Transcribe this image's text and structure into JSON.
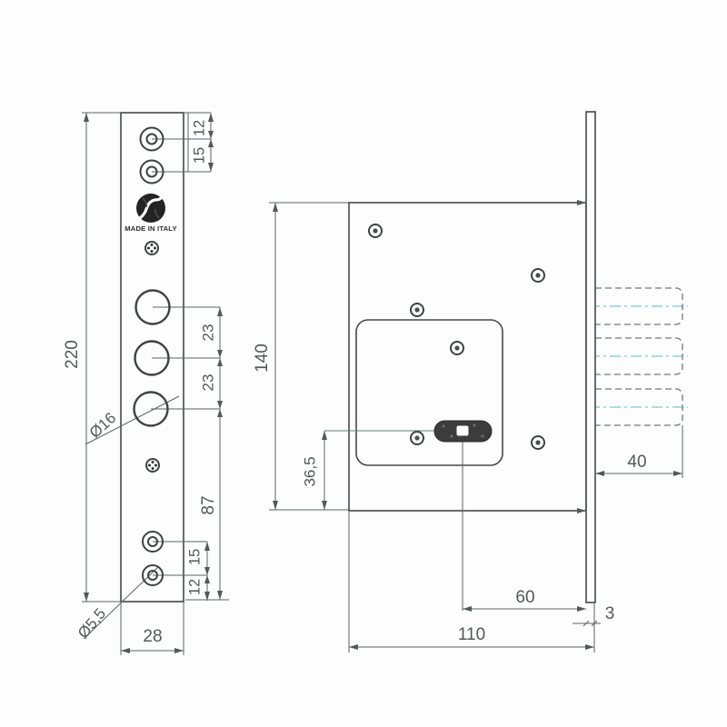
{
  "drawing": {
    "type": "lock-technical-drawing",
    "brand_text": "MADE IN ITALY",
    "faceplate_view": {
      "height": "220",
      "width": "28",
      "top_edge_to_first_hole": "12",
      "top_holes_pitch": "15",
      "bolt_hole_pitch_upper": "23",
      "bolt_hole_pitch_lower": "23",
      "bolt_hole_diameter": "Ø16",
      "lower_span": "87",
      "bottom_holes_pitch": "15",
      "bottom_hole_to_edge": "12",
      "screw_hole_diameter": "Ø5,5"
    },
    "body_view": {
      "body_height": "140",
      "keyhole_center_height": "36,5",
      "keyhole_backset": "60",
      "body_width": "110",
      "faceplate_thickness": "3",
      "bolt_throw": "40"
    },
    "colors": {
      "line": "#46494c",
      "dimension": "#5b6462",
      "centerline": "#79c9d9",
      "keyhole_fill": "#3c3c3e",
      "background": "#fdfdfd"
    }
  }
}
